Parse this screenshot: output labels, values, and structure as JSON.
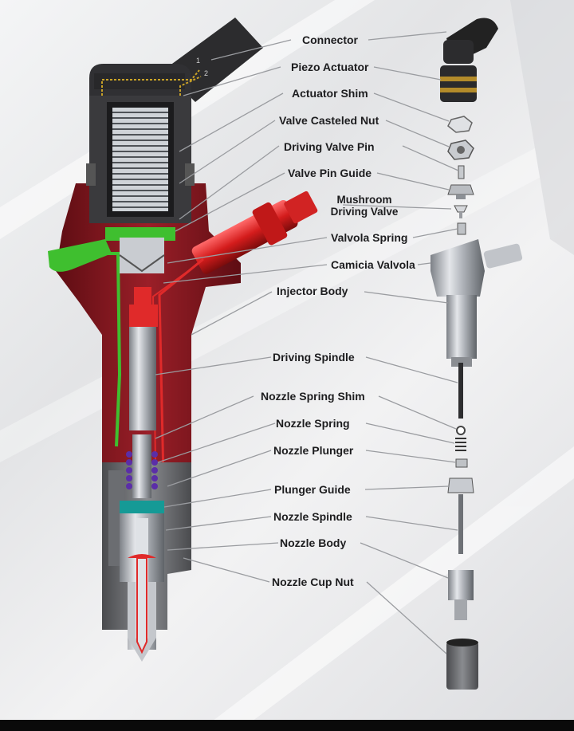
{
  "labels": [
    {
      "id": "connector",
      "text": "Connector"
    },
    {
      "id": "piezo-actuator",
      "text": "Piezo Actuator"
    },
    {
      "id": "actuator-shim",
      "text": "Actuator Shim"
    },
    {
      "id": "valve-casteled-nut",
      "text": "Valve Casteled Nut"
    },
    {
      "id": "driving-valve-pin",
      "text": "Driving Valve Pin"
    },
    {
      "id": "valve-pin-guide",
      "text": "Valve Pin Guide"
    },
    {
      "id": "mushroom-driving-valve",
      "line1": "Mushroom",
      "line2": "Driving Valve"
    },
    {
      "id": "valvola-spring",
      "text": "Valvola Spring"
    },
    {
      "id": "camicia-valvola",
      "text": "Camicia Valvola"
    },
    {
      "id": "injector-body",
      "text": "Injector Body"
    },
    {
      "id": "driving-spindle",
      "text": "Driving Spindle"
    },
    {
      "id": "nozzle-spring-shim",
      "text": "Nozzle Spring Shim"
    },
    {
      "id": "nozzle-spring",
      "text": "Nozzle Spring"
    },
    {
      "id": "nozzle-plunger",
      "text": "Nozzle Plunger"
    },
    {
      "id": "plunger-guide",
      "text": "Plunger Guide"
    },
    {
      "id": "nozzle-spindle",
      "text": "Nozzle Spindle"
    },
    {
      "id": "nozzle-body",
      "text": "Nozzle Body"
    },
    {
      "id": "nozzle-cup-nut",
      "text": "Nozzle Cup Nut"
    }
  ],
  "connector_pins": [
    "1",
    "2"
  ],
  "colors": {
    "body_red": "#8e1a22",
    "fuel_red": "#e02a2a",
    "return_green": "#3fbf2f",
    "steel": "#b8bcc2",
    "dark": "#2a2a2c",
    "leader": "#9a9ca0"
  }
}
